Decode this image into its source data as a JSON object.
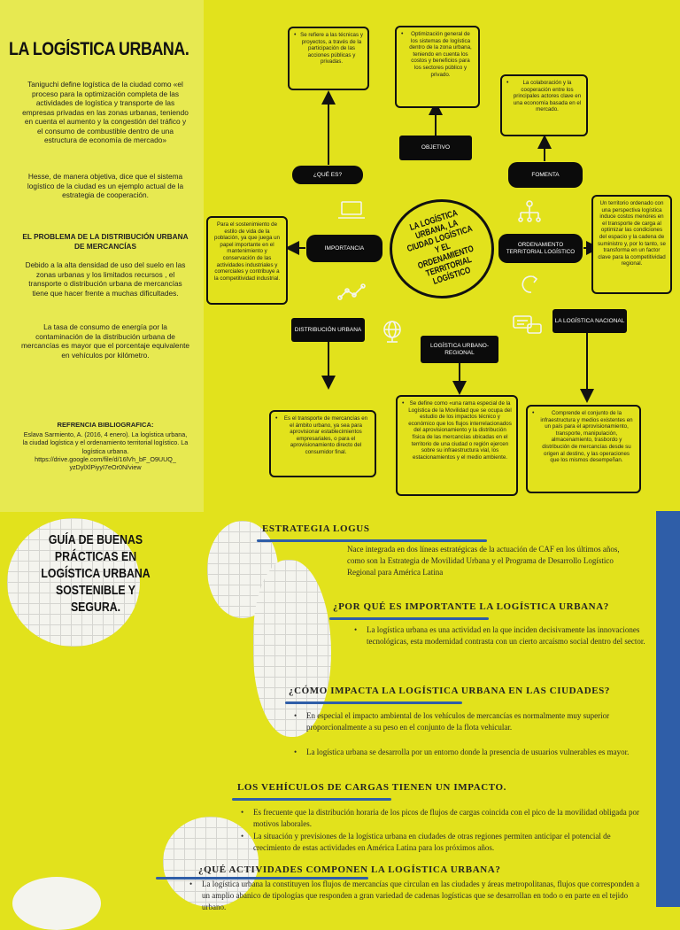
{
  "left": {
    "title": "LA LOGÍSTICA URBANA.",
    "p1": "Taniguchi define logística de la ciudad como «el proceso para la optimización completa de las actividades de logística y transporte de las empresas privadas en las zonas urbanas, teniendo en cuenta el aumento y la congestión del tráfico y el consumo de combustible dentro de una estructura de economía de mercado»",
    "p2": "Hesse, de manera objetiva, dice que el sistema logístico de la ciudad es un ejemplo actual de la estrategia de cooperación.",
    "problem_title": "EL PROBLEMA DE LA DISTRIBUCIÓN URBANA DE MERCANCÍAS",
    "p3": "Debido a la alta densidad de uso del suelo en las zonas urbanas y los limitados recursos , el transporte o distribución urbana de mercancías tiene que hacer frente a muchas dificultades.",
    "p4": "La tasa de consumo de energía por la contaminación de la distribución urbana de mercancías es mayor que el porcentaje equivalente en vehículos por kilómetro.",
    "ref_title": "REFRENCIA BIBLIOGRAFICA:",
    "ref_text": "Eslava Sarmiento, A. (2016, 4 enero). La logística urbana, la ciudad logística y el ordenamiento territorial logístico. La logística urbana. https://drive.google.com/file/d/16lVh_bF_O9UUQ_ yzDylXlPiyyI7eOr0N/view"
  },
  "map": {
    "center": "LA LOGÍSTICA URBANA, LA CIUDAD LOGÍSTICA Y EL ORDENAMIENTO TERRITORIAL LOGÍSTICO",
    "que_es": "¿QUÉ ES?",
    "que_es_box": "Se refiere a las técnicas y proyectos, a través de la participación de las acciones públicas y privadas.",
    "objetivo": "OBJETIVO",
    "objetivo_box": "Optimización general de los sistemas de logística dentro de la zona urbana, teniendo en cuenta los costos y beneficios para los sectores público y privado.",
    "fomenta": "FOMENTA",
    "fomenta_box": "La colaboración y la cooperación entre los principales actores clave en una economía basada en el mercado.",
    "importancia": "IMPORTANCIA",
    "importancia_box": "Para el sostenimiento de estilo de vida de la población, ya que juega un papel importante en el mantenimiento y conservación de las actividades industriales y comerciales y contribuye a la competitividad industrial.",
    "ordenamiento": "ORDENAMIENTO TERRITORIAL LOGÍSTICO",
    "ordenamiento_box": "Un territorio ordenado con una perspectiva logística induce costos menores en el transporte de carga al optimizar las condiciones del espacio y la cadena de suministro y, por lo tanto, se transforma en un factor clave para la competitividad regional.",
    "distribucion": "DISTRIBUCIÓN URBANA",
    "distribucion_box": "Es el transporte de mercancías en el ámbito urbano, ya sea para aprovisionar establecimientos empresariales, o para el aprovisionamiento directo del consumidor final.",
    "regional": "LOGÍSTICA URBANO-REGIONAL",
    "regional_box": "Se define como «una rama especial de la Logística de la Movilidad que se ocupa del estudio de los impactos técnico y económico que los flujos interrelacionados del aprovisionamiento y la distribución física de las mercancías ubicadas en el territorio de una ciudad o región ejercen sobre su infraestructura vial, los estacionamientos y el medio ambiente.",
    "nacional": "LA LOGÍSTICA NACIONAL",
    "nacional_box": "Comprende el conjunto de la infraestructura y medios existentes en un país para el aprovisionamiento, transporte, manipulación, almacenamiento, trasbordo y distribución de mercancías desde su origen al destino, y las operaciones que los mismos desempeñan."
  },
  "bottom": {
    "guide_title": "GUÍA DE BUENAS PRÁCTICAS EN LOGÍSTICA URBANA SOSTENIBLE Y SEGURA.",
    "s1_title": "ESTRATEGIA LOGUS",
    "s1_text": "Nace integrada en dos líneas estratégicas de la actuación de CAF en los últimos años, como son la Estrategia de Movilidad Urbana y el Programa de Desarrollo Logístico Regional para América Latina",
    "s2_title": "¿POR QUÉ ES IMPORTANTE LA LOGÍSTICA URBANA?",
    "s2_b1": "La logística urbana es una actividad en la que inciden decisivamente las innovaciones tecnológicas, esta modernidad contrasta con un cierto arcaísmo social dentro del sector.",
    "s3_title": "¿CÓMO IMPACTA LA LOGÍSTICA URBANA EN LAS CIUDADES?",
    "s3_b1": "En especial el impacto ambiental de los vehículos de mercancías es normalmente muy superior proporcionalmente a su peso en el conjunto de la flota vehicular.",
    "s3_b2": "La logística urbana se desarrolla por un entorno donde la presencia de usuarios vulnerables es mayor.",
    "s4_title": "LOS VEHÍCULOS DE CARGAS TIENEN UN IMPACTO.",
    "s4_b1": "Es frecuente que la distribución horaria de los picos de flujos de cargas coincida con el pico de la movilidad obligada por motivos laborales.",
    "s4_b2": "La situación y previsiones de la logística urbana en ciudades de otras regiones permiten anticipar el potencial de crecimiento de estas actividades en América Latina para los próximos años.",
    "s5_title": "¿QUÉ ACTIVIDADES COMPONEN LA LOGÍSTICA URBANA?",
    "s5_b1": "La logística urbana la constituyen los flujos de mercancías que circulan en las ciudades y áreas metropolitanas, flujos que corresponden a un amplio abanico de tipologías que responden a gran variedad de cadenas logísticas que se desarrollan en todo o en parte en el tejido urbano."
  }
}
